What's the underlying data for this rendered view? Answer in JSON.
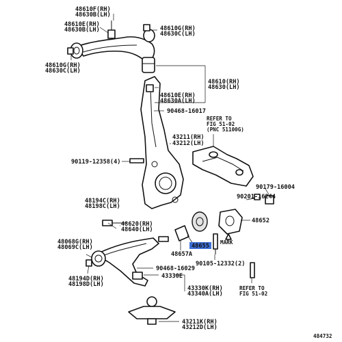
{
  "labels": {
    "l_48610F_RH": "48610F(RH)",
    "l_48630B_LH": "48630B(LH)",
    "l_48610E_RH": "48610E(RH)",
    "l_48630B_LH_b": "48630B(LH)",
    "l_48610G_RH_top": "48610G(RH)",
    "l_48630C_LH_top": "48630C(LH)",
    "l_48610G_RH_left": "48610G(RH)",
    "l_48630C_LH_left": "48630C(LH)",
    "l_48610_RH": "48610(RH)",
    "l_48630_LH": "48630(LH)",
    "l_48610E_RH_mid": "48610E(RH)",
    "l_48630A_LH": "48630A(LH)",
    "l_90468_16017": "90468-16017",
    "l_43211_RH": "43211(RH)",
    "l_43212_LH": "43212(LH)",
    "l_90119_12358": "90119-12358(4)",
    "l_48194C_RH": "48194C(RH)",
    "l_48198C_LH": "48198C(LH)",
    "l_48620_RH": "48620(RH)",
    "l_48640_LH": "48640(LH)",
    "l_48068G_RH": "48068G(RH)",
    "l_48069C_LH": "48069C(LH)",
    "l_48194D_RH": "48194D(RH)",
    "l_48198D_LH": "48198D(LH)",
    "l_90468_16029": "90468-16029",
    "l_43330E": "43330E",
    "l_43330K_RH": "43330K(RH)",
    "l_43340A_LH": "43340A(LH)",
    "l_43211K_RH": "43211K(RH)",
    "l_43212D_LH": "43212D(LH)",
    "l_90179_16004": "90179-16004",
    "l_90201_16244": "90201-16244",
    "l_48652": "48652",
    "l_48655": "48655",
    "l_48657A": "48657A",
    "l_90105_12332": "90105-12332(2)",
    "l_mark": "MARK"
  },
  "refs": {
    "refer_top_1": "REFER TO",
    "refer_top_2": "FIG 51-02",
    "refer_top_3": "(PNC 51100G)",
    "refer_bottom_1": "REFER TO",
    "refer_bottom_2": "FIG 51-02"
  },
  "diagram_id": "484732",
  "colors": {
    "line": "#111111",
    "highlight": "#3d6fd6",
    "shade": "#e4e4e4"
  }
}
